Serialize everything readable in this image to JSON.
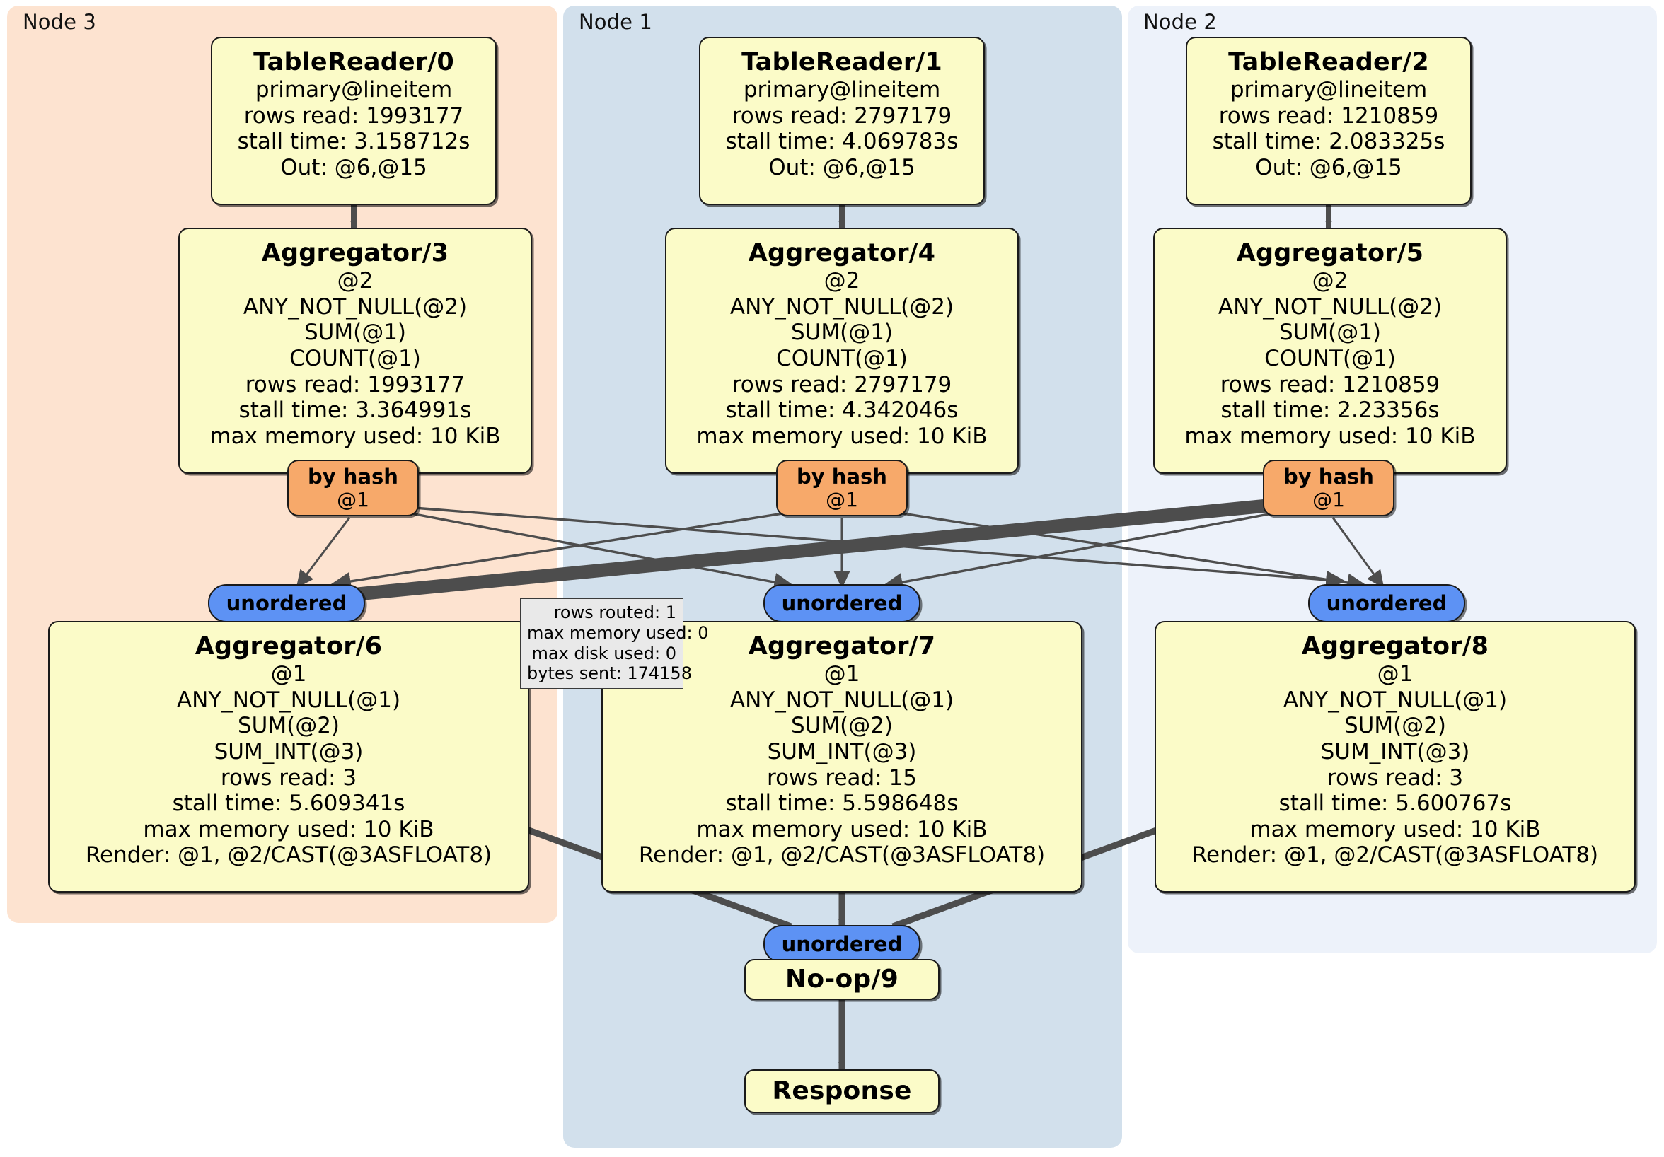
{
  "clusters": [
    {
      "id": "node3",
      "label": "Node 3",
      "color": "#FDE3D0"
    },
    {
      "id": "node1",
      "label": "Node 1",
      "color": "#D2E0EC"
    },
    {
      "id": "node2",
      "label": "Node 2",
      "color": "#EDF2FA"
    }
  ],
  "table_readers": [
    {
      "title": "TableReader/0",
      "lines": [
        "primary@lineitem",
        "rows read: 1993177",
        "stall time: 3.158712s",
        "Out: @6,@15"
      ]
    },
    {
      "title": "TableReader/1",
      "lines": [
        "primary@lineitem",
        "rows read: 2797179",
        "stall time: 4.069783s",
        "Out: @6,@15"
      ]
    },
    {
      "title": "TableReader/2",
      "lines": [
        "primary@lineitem",
        "rows read: 1210859",
        "stall time: 2.083325s",
        "Out: @6,@15"
      ]
    }
  ],
  "aggregators_top": [
    {
      "title": "Aggregator/3",
      "lines": [
        "@2",
        "ANY_NOT_NULL(@2)",
        "SUM(@1)",
        "COUNT(@1)",
        "rows read: 1993177",
        "stall time: 3.364991s",
        "max memory used: 10 KiB"
      ]
    },
    {
      "title": "Aggregator/4",
      "lines": [
        "@2",
        "ANY_NOT_NULL(@2)",
        "SUM(@1)",
        "COUNT(@1)",
        "rows read: 2797179",
        "stall time: 4.342046s",
        "max memory used: 10 KiB"
      ]
    },
    {
      "title": "Aggregator/5",
      "lines": [
        "@2",
        "ANY_NOT_NULL(@2)",
        "SUM(@1)",
        "COUNT(@1)",
        "rows read: 1210859",
        "stall time: 2.23356s",
        "max memory used: 10 KiB"
      ]
    }
  ],
  "routers": [
    {
      "type": "by hash",
      "column": "@1"
    },
    {
      "type": "by hash",
      "column": "@1"
    },
    {
      "type": "by hash",
      "column": "@1"
    }
  ],
  "streams_mid": [
    {
      "label": "unordered"
    },
    {
      "label": "unordered"
    },
    {
      "label": "unordered"
    }
  ],
  "aggregators_bottom": [
    {
      "title": "Aggregator/6",
      "lines": [
        "@1",
        "ANY_NOT_NULL(@1)",
        "SUM(@2)",
        "SUM_INT(@3)",
        "rows read: 3",
        "stall time: 5.609341s",
        "max memory used: 10 KiB",
        "Render: @1, @2/CAST(@3ASFLOAT8)"
      ]
    },
    {
      "title": "Aggregator/7",
      "lines": [
        "@1",
        "ANY_NOT_NULL(@1)",
        "SUM(@2)",
        "SUM_INT(@3)",
        "rows read: 15",
        "stall time: 5.598648s",
        "max memory used: 10 KiB",
        "Render: @1, @2/CAST(@3ASFLOAT8)"
      ]
    },
    {
      "title": "Aggregator/8",
      "lines": [
        "@1",
        "ANY_NOT_NULL(@1)",
        "SUM(@2)",
        "SUM_INT(@3)",
        "rows read: 3",
        "stall time: 5.600767s",
        "max memory used: 10 KiB",
        "Render: @1, @2/CAST(@3ASFLOAT8)"
      ]
    }
  ],
  "edge_stats": {
    "rows_routed": "rows routed: 1",
    "max_memory_used": "max memory used: 0",
    "max_disk_used": "max disk used: 0",
    "bytes_sent": "bytes sent: 174158"
  },
  "final_stream": {
    "label": "unordered"
  },
  "noop": {
    "title": "No-op/9"
  },
  "response": {
    "title": "Response"
  },
  "colors": {
    "node_fill": "#FBFBC8",
    "router_fill": "#F7A96A",
    "stream_fill": "#5D92F4",
    "edge": "#4D4D4D",
    "stats_fill": "#E9E9E9"
  }
}
